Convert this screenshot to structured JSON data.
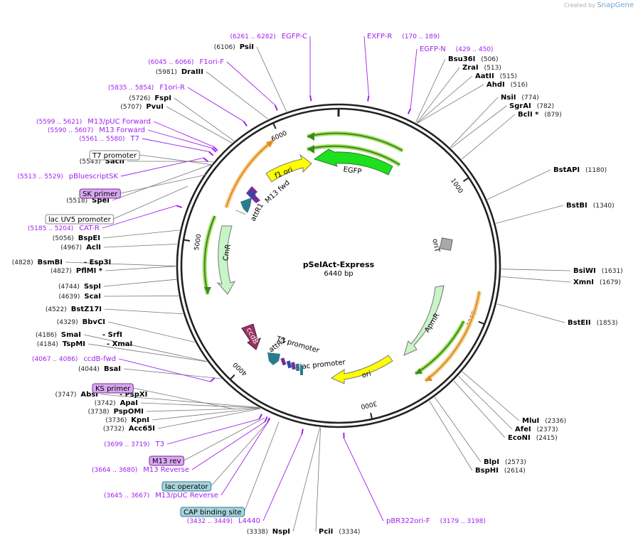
{
  "credit": {
    "prefix": "Created by",
    "brand": "SnapGene"
  },
  "plasmid": {
    "name": "pSelAct-Express",
    "size": "6440 bp",
    "length": 6440
  },
  "ticks": [
    {
      "pos": 1000,
      "label": "1000"
    },
    {
      "pos": 2000,
      "label": "2000"
    },
    {
      "pos": 3000,
      "label": "3000"
    },
    {
      "pos": 4000,
      "label": "4000"
    },
    {
      "pos": 5000,
      "label": "5000"
    },
    {
      "pos": 6000,
      "label": "6000"
    }
  ],
  "enzymes": [
    {
      "name": "Bsu36I",
      "pos": "(506)",
      "at": 506
    },
    {
      "name": "ZraI",
      "pos": "(513)",
      "at": 513
    },
    {
      "name": "AatII",
      "pos": "(515)",
      "at": 515
    },
    {
      "name": "AhdI",
      "pos": "(516)",
      "at": 516
    },
    {
      "name": "NsiI",
      "pos": "(774)",
      "at": 774
    },
    {
      "name": "SgrAI",
      "pos": "(782)",
      "at": 782
    },
    {
      "name": "BclI *",
      "pos": "(879)",
      "at": 879
    },
    {
      "name": "BstAPI",
      "pos": "(1180)",
      "at": 1180
    },
    {
      "name": "BstBI",
      "pos": "(1340)",
      "at": 1340
    },
    {
      "name": "BsiWI",
      "pos": "(1631)",
      "at": 1631
    },
    {
      "name": "XmnI",
      "pos": "(1679)",
      "at": 1679
    },
    {
      "name": "BstEII",
      "pos": "(1853)",
      "at": 1853
    },
    {
      "name": "MluI",
      "pos": "(2336)",
      "at": 2336
    },
    {
      "name": "AfeI",
      "pos": "(2373)",
      "at": 2373
    },
    {
      "name": "EcoNI",
      "pos": "(2415)",
      "at": 2415
    },
    {
      "name": "BlpI",
      "pos": "(2573)",
      "at": 2573
    },
    {
      "name": "BspHI",
      "pos": "(2614)",
      "at": 2614
    },
    {
      "name": "PciI",
      "pos": "(3334)",
      "at": 3334
    },
    {
      "name": "NspI",
      "pos": "(3338)",
      "at": 3338
    },
    {
      "name": "Acc65I",
      "pos": "(3732)",
      "at": 3732
    },
    {
      "name": "KpnI",
      "pos": "(3736)",
      "at": 3736
    },
    {
      "name": "PspOMI",
      "pos": "(3738)",
      "at": 3738
    },
    {
      "name": "ApaI",
      "pos": "(3742)",
      "at": 3742
    },
    {
      "name": "AbsI",
      "pos": "(3747)",
      "at": 3747,
      "extra": "- PspXI"
    },
    {
      "name": "BsaI",
      "pos": "(4044)",
      "at": 4044
    },
    {
      "name": "TspMI",
      "pos": "(4184)",
      "at": 4184,
      "extra": "- XmaI"
    },
    {
      "name": "SmaI",
      "pos": "(4186)",
      "at": 4186,
      "extra": "- SrfI"
    },
    {
      "name": "BbvCI",
      "pos": "(4329)",
      "at": 4329
    },
    {
      "name": "BstZ17I",
      "pos": "(4522)",
      "at": 4522
    },
    {
      "name": "ScaI",
      "pos": "(4639)",
      "at": 4639
    },
    {
      "name": "SspI",
      "pos": "(4744)",
      "at": 4744
    },
    {
      "name": "PflMI *",
      "pos": "(4827)",
      "at": 4827
    },
    {
      "name": "BsmBI",
      "pos": "(4828)",
      "at": 4828,
      "extra": "- Esp3I"
    },
    {
      "name": "AclI",
      "pos": "(4967)",
      "at": 4967
    },
    {
      "name": "BspEI",
      "pos": "(5056)",
      "at": 5056
    },
    {
      "name": "SpeI",
      "pos": "(5518)",
      "at": 5518
    },
    {
      "name": "SacII",
      "pos": "(5543)",
      "at": 5543
    },
    {
      "name": "PvuI",
      "pos": "(5707)",
      "at": 5707
    },
    {
      "name": "FspI",
      "pos": "(5726)",
      "at": 5726
    },
    {
      "name": "DraIII",
      "pos": "(5981)",
      "at": 5981
    },
    {
      "name": "PsiI",
      "pos": "(6106)",
      "at": 6106
    }
  ],
  "primers": [
    {
      "name": "EGFP-C",
      "range": "(6261 .. 6282)",
      "at": 6271
    },
    {
      "name": "EXFP-R",
      "range": "(170 .. 189)",
      "at": 180
    },
    {
      "name": "EGFP-N",
      "range": "(429 .. 450)",
      "at": 440
    },
    {
      "name": "F1ori-F",
      "range": "(6045 .. 6066)",
      "at": 6055
    },
    {
      "name": "F1ori-R",
      "range": "(5835 .. 5854)",
      "at": 5845
    },
    {
      "name": "M13/pUC Forward",
      "range": "(5599 .. 5621)",
      "at": 5610
    },
    {
      "name": "M13 Forward",
      "range": "(5590 .. 5607)",
      "at": 5598
    },
    {
      "name": "T7",
      "range": "(5561 .. 5580)",
      "at": 5570
    },
    {
      "name": "pBluescriptSK",
      "range": "(5513 .. 5529)",
      "at": 5521
    },
    {
      "name": "CAT-R",
      "range": "(5185 .. 5204)",
      "at": 5195
    },
    {
      "name": "ccdB-fwd",
      "range": "(4067 .. 4086)",
      "at": 4076
    },
    {
      "name": "T3",
      "range": "(3699 .. 3719)",
      "at": 3709
    },
    {
      "name": "M13 Reverse",
      "range": "(3664 .. 3680)",
      "at": 3672
    },
    {
      "name": "M13/pUC Reverse",
      "range": "(3645 .. 3667)",
      "at": 3656
    },
    {
      "name": "L4440",
      "range": "(3432 .. 3449)",
      "at": 3440
    },
    {
      "name": "pBR322ori-F",
      "range": "(3179 .. 3198)",
      "at": 3188
    }
  ],
  "boxed_labels": [
    {
      "name": "T7 promoter",
      "style": "white"
    },
    {
      "name": "SK primer",
      "style": "purple"
    },
    {
      "name": "lac UV5 promoter",
      "style": "white"
    },
    {
      "name": "KS primer",
      "style": "purple"
    },
    {
      "name": "M13 rev",
      "style": "purple"
    },
    {
      "name": "lac operator",
      "style": "teal"
    },
    {
      "name": "CAP binding site",
      "style": "teal"
    }
  ],
  "features": [
    {
      "name": "EGFP",
      "color": "#1ee01e"
    },
    {
      "name": "f1 ori",
      "color": "#ffff00"
    },
    {
      "name": "M13 fwd",
      "color": "#000000"
    },
    {
      "name": "attR1",
      "color": "#000000"
    },
    {
      "name": "CmR",
      "color": "#c8f5c8"
    },
    {
      "name": "oriT",
      "color": "#a0a0a0"
    },
    {
      "name": "ApmR",
      "color": "#c8f5c8"
    },
    {
      "name": "ori",
      "color": "#ffff00"
    },
    {
      "name": "ccdB",
      "color": "#993366"
    },
    {
      "name": "attR2",
      "color": "#000000"
    },
    {
      "name": "T3 promoter",
      "color": "#000000"
    },
    {
      "name": "lac promoter",
      "color": "#000000"
    }
  ],
  "colors": {
    "primer": "#a020f0",
    "ring": "#222222",
    "orf_green": "#3a8a1a",
    "orf_orange": "#e08a20",
    "att_teal": "#2b7b8c"
  }
}
